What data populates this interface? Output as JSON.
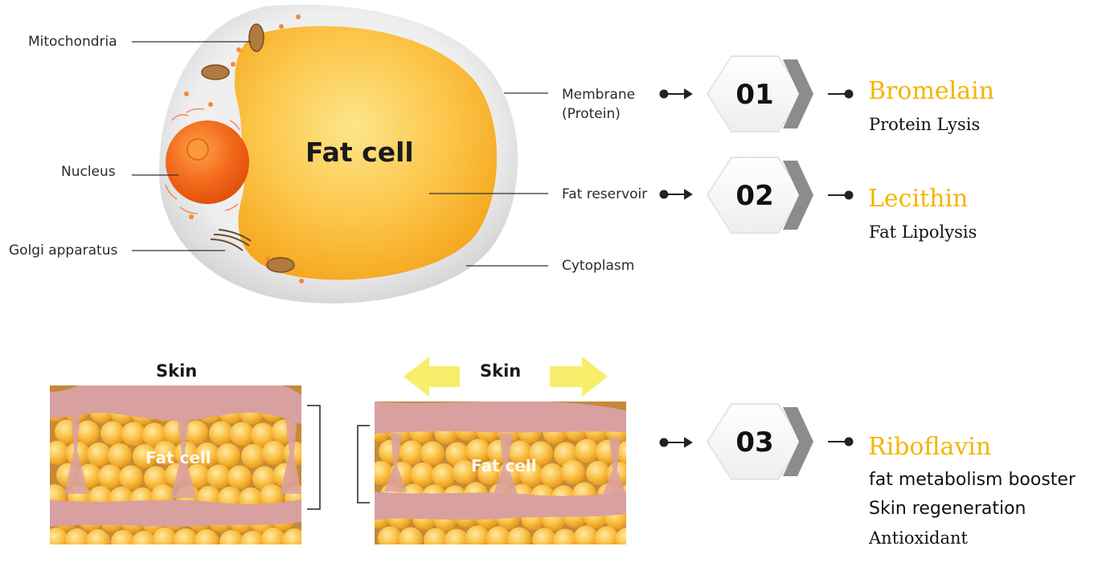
{
  "cell": {
    "title": "Fat cell",
    "labels": {
      "mitochondria": "Mitochondria",
      "nucleus": "Nucleus",
      "golgi": "Golgi apparatus",
      "membrane_line1": "Membrane",
      "membrane_line2": "(Protein)",
      "fat_reservoir": "Fat reservoir",
      "cytoplasm": "Cytoplasm"
    }
  },
  "skin": {
    "left_title": "Skin",
    "right_title": "Skin",
    "left_fat_label": "Fat cell",
    "right_fat_label": "Fat cell"
  },
  "steps": [
    {
      "number": "01",
      "ingredient": "Bromelain",
      "effects": [
        "Protein Lysis"
      ]
    },
    {
      "number": "02",
      "ingredient": "Lecithin",
      "effects": [
        "Fat Lipolysis"
      ]
    },
    {
      "number": "03",
      "ingredient": "Riboflavin",
      "effects": [
        "fat metabolism booster",
        "Skin regeneration",
        "Antioxidant"
      ]
    }
  ],
  "colors": {
    "accent": "#f5b400",
    "fat_core": "#fbb62b",
    "membrane": "#d9d9d9",
    "nucleus": "#f26a1b",
    "skin": "#d9a0a0",
    "arrow": "#f7ee6c",
    "chevron": "#8c8c8c"
  }
}
